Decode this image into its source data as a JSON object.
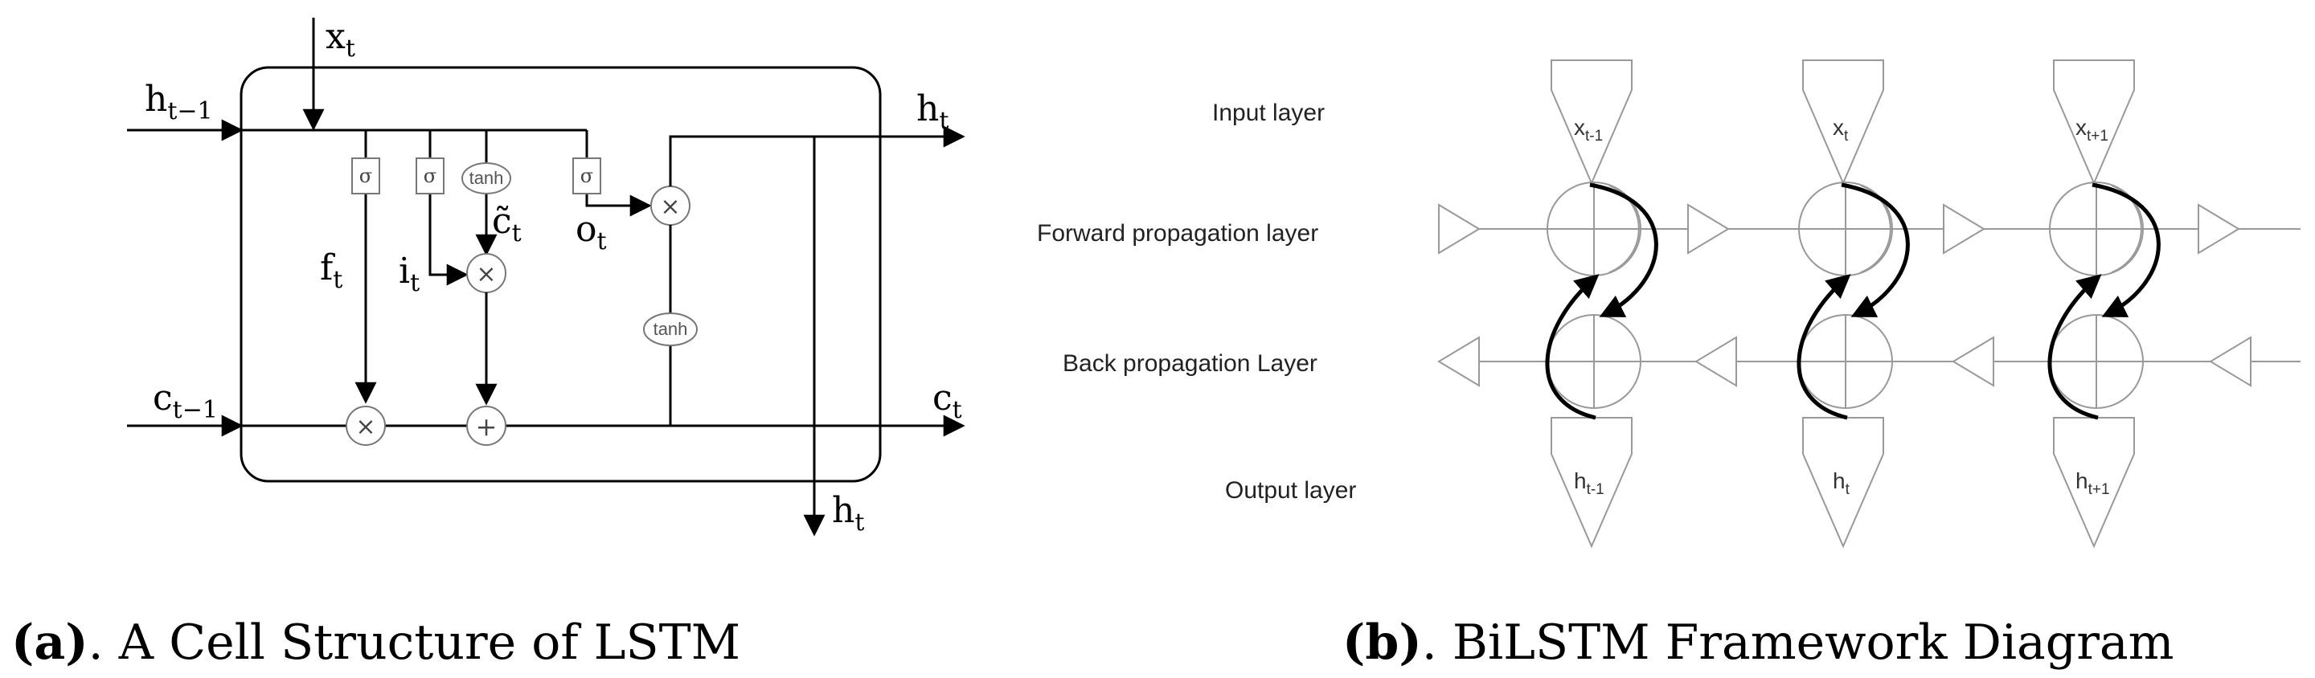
{
  "left_panel": {
    "caption": {
      "tag": "(a)",
      "text": ". A Cell Structure of LSTM"
    },
    "inputs": {
      "x": {
        "main": "x",
        "sub": "t"
      },
      "h_prev": {
        "main": "h",
        "sub": "t−1"
      },
      "c_prev": {
        "main": "c",
        "sub": "t−1"
      }
    },
    "outputs": {
      "h_right": {
        "main": "h",
        "sub": "t"
      },
      "c_right": {
        "main": "c",
        "sub": "t"
      },
      "h_bottom": {
        "main": "h",
        "sub": "t"
      }
    },
    "gate_labels": {
      "f": {
        "main": "f",
        "sub": "t"
      },
      "i": {
        "main": "i",
        "sub": "t"
      },
      "c_tilde": {
        "main": "c̃",
        "sub": "t"
      },
      "o": {
        "main": "o",
        "sub": "t"
      }
    },
    "gates": {
      "sigma": "σ",
      "tanh": "tanh",
      "multiply": "×",
      "add": "+"
    }
  },
  "right_panel": {
    "caption": {
      "tag": "(b)",
      "text": ". BiLSTM Framework Diagram"
    },
    "layers": {
      "input": "Input layer",
      "forward": "Forward propagation layer",
      "backward": "Back propagation Layer",
      "output": "Output layer"
    },
    "inputs": [
      {
        "main": "x",
        "sub": "t-1"
      },
      {
        "main": "x",
        "sub": "t"
      },
      {
        "main": "x",
        "sub": "t+1"
      }
    ],
    "outputs": [
      {
        "main": "h",
        "sub": "t-1"
      },
      {
        "main": "h",
        "sub": "t"
      },
      {
        "main": "h",
        "sub": "t+1"
      }
    ]
  }
}
